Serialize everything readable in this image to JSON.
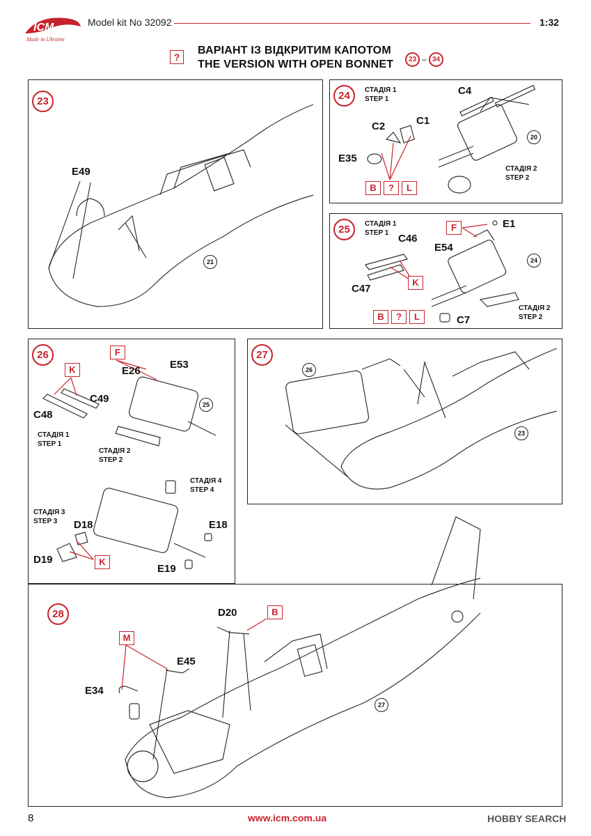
{
  "header": {
    "logo": "ICM",
    "logo_tagline": "Made in Ukraine",
    "kit": "Model kit No 32092",
    "scale": "1:32"
  },
  "title": {
    "q": "?",
    "line1": "ВАРІАНТ ІЗ ВІДКРИТИМ КАПОТОМ",
    "line2": "THE VERSION WITH OPEN BONNET",
    "from": "23",
    "dash": "–",
    "to": "34"
  },
  "p23": {
    "num": "23",
    "e49": "E49",
    "ref": "21"
  },
  "p24": {
    "num": "24",
    "s1a": "СТАДІЯ 1",
    "s1b": "STEP 1",
    "s2a": "СТАДІЯ 2",
    "s2b": "STEP 2",
    "c4": "C4",
    "c2": "C2",
    "c1": "C1",
    "e35": "E35",
    "ref": "20",
    "b": "B",
    "q": "?",
    "l": "L"
  },
  "p25": {
    "num": "25",
    "s1a": "СТАДІЯ 1",
    "s1b": "STEP 1",
    "s2a": "СТАДІЯ 2",
    "s2b": "STEP 2",
    "f": "F",
    "e1": "E1",
    "c46": "C46",
    "e54": "E54",
    "ref": "24",
    "k": "K",
    "c47": "C47",
    "b": "B",
    "q": "?",
    "l": "L",
    "c7": "C7"
  },
  "p26": {
    "num": "26",
    "k": "K",
    "c49": "C49",
    "c48": "C48",
    "f": "F",
    "e26": "E26",
    "e53": "E53",
    "ref": "25",
    "s1a": "СТАДІЯ 1",
    "s1b": "STEP 1",
    "s2a": "СТАДІЯ 2",
    "s2b": "STEP 2",
    "s3a": "СТАДІЯ 3",
    "s3b": "STEP 3",
    "s4a": "СТАДІЯ 4",
    "s4b": "STEP 4",
    "d18": "D18",
    "d19": "D19",
    "k2": "K",
    "e18": "E18",
    "e19": "E19"
  },
  "p27": {
    "num": "27",
    "ref26": "26",
    "ref23": "23"
  },
  "p28": {
    "num": "28",
    "d20": "D20",
    "b": "B",
    "m": "M",
    "e45": "E45",
    "e34": "E34",
    "ref": "27"
  },
  "footer": {
    "page": "8",
    "url": "www.icm.com.ua",
    "watermark": "HOBBY SEARCH"
  }
}
